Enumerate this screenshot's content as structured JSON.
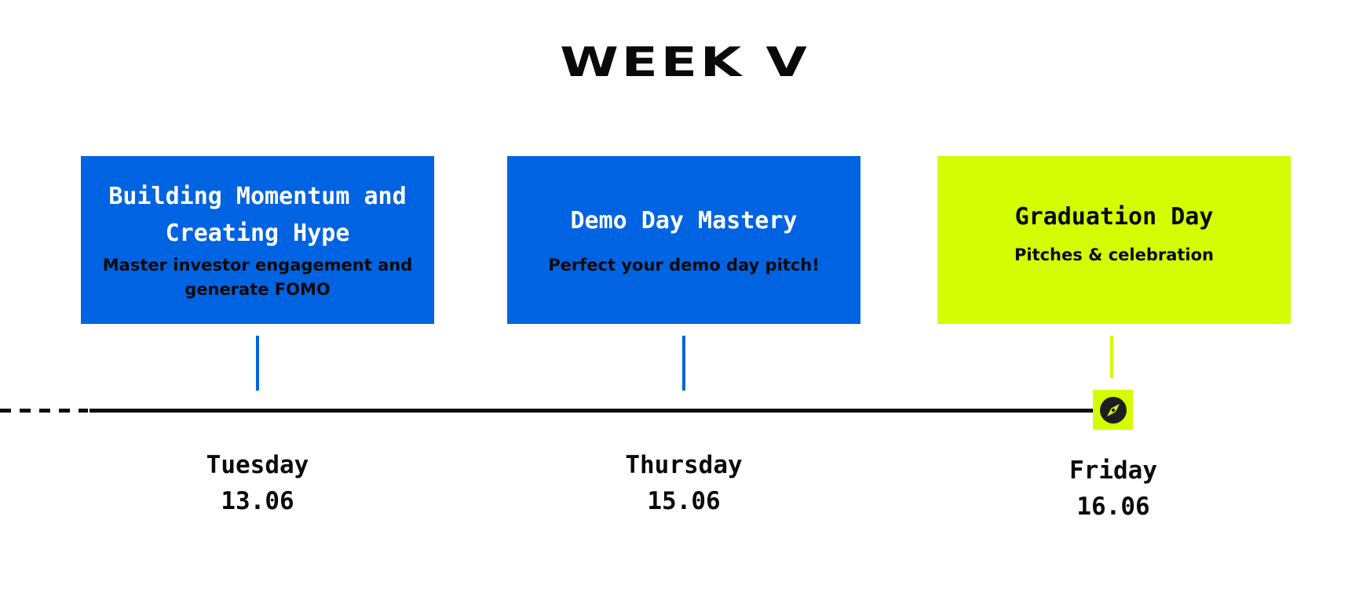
{
  "title": "WEEK V",
  "events": [
    {
      "title": "Building Momentum and Creating Hype",
      "description": "Master investor engagement and generate FOMO",
      "day": "Tuesday",
      "date": "13.06",
      "color": "#0063e1"
    },
    {
      "title": "Demo Day Mastery",
      "description": "Perfect your demo day pitch!",
      "day": "Thursday",
      "date": "15.06",
      "color": "#0063e1"
    },
    {
      "title": "Graduation Day",
      "description": "Pitches & celebration",
      "day": "Friday",
      "date": "16.06",
      "color": "#d4fc03"
    }
  ],
  "milestone_icon": "compass-icon",
  "colors": {
    "blue": "#0063e1",
    "lime": "#d4fc03",
    "ink": "#0a0a0a"
  }
}
